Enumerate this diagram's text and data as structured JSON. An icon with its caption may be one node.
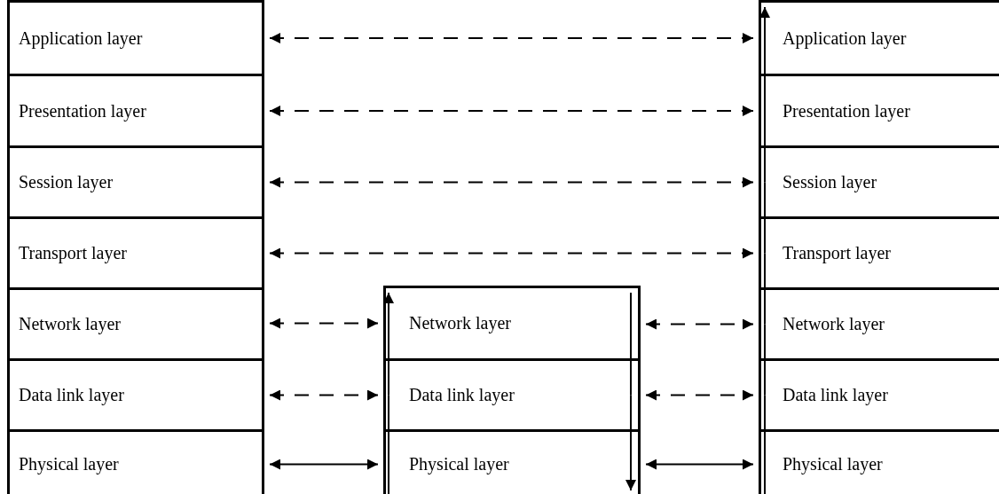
{
  "diagram": {
    "nodes": [
      {
        "text": [
          "Application layer"
        ]
      },
      {
        "text": [
          "Presentation layer"
        ]
      },
      {
        "text": [
          "Session layer"
        ]
      },
      {
        "text": [
          "Transport layer"
        ]
      },
      {
        "text": [
          "Network layer"
        ]
      },
      {
        "text": [
          "Data link layer"
        ]
      },
      {
        "text": [
          "Physical layer"
        ]
      },
      {
        "text": [
          "Network layer"
        ]
      },
      {
        "text": [
          "Data link layer"
        ]
      },
      {
        "text": [
          "Physical layer"
        ]
      },
      {
        "text": [
          "Application layer"
        ]
      },
      {
        "text": [
          "Presentation layer"
        ]
      },
      {
        "text": [
          "Session layer"
        ]
      },
      {
        "text": [
          "Transport layer"
        ]
      },
      {
        "text": [
          "Network layer"
        ]
      },
      {
        "text": [
          "Data link layer"
        ]
      },
      {
        "text": [
          "Physical layer"
        ]
      }
    ],
    "edges": [
      {
        "from": 0,
        "to": 10,
        "arrow": "both",
        "style": "dashed"
      },
      {
        "from": 1,
        "to": 11,
        "arrow": "both",
        "style": "dashed"
      },
      {
        "from": 2,
        "to": 12,
        "arrow": "both",
        "style": "dashed"
      },
      {
        "from": 3,
        "to": 13,
        "arrow": "both",
        "style": "dashed"
      },
      {
        "from": 4,
        "to": 7,
        "arrow": "both",
        "style": "dashed"
      },
      {
        "from": 5,
        "to": 8,
        "arrow": "both",
        "style": "dashed"
      },
      {
        "from": 6,
        "to": 9,
        "arrow": "both"
      },
      {
        "from": 7,
        "to": 14,
        "arrow": "both",
        "style": "dashed"
      },
      {
        "from": 8,
        "to": 15,
        "arrow": "both",
        "style": "dashed"
      },
      {
        "from": 9,
        "to": 16,
        "arrow": "both"
      },
      {
        "from": 9,
        "to": 8,
        "arrow": "none"
      },
      {
        "from": 8,
        "to": 7,
        "arrow": "to"
      },
      {
        "from": 7,
        "to": 8,
        "arrow": "none"
      },
      {
        "from": 8,
        "to": 9,
        "arrow": "to"
      },
      {
        "from": 16,
        "to": 15,
        "arrow": "none"
      },
      {
        "from": 15,
        "to": 14,
        "arrow": "none"
      },
      {
        "from": 14,
        "to": 13,
        "arrow": "none"
      },
      {
        "from": 13,
        "to": 12,
        "arrow": "none"
      },
      {
        "from": 12,
        "to": 11,
        "arrow": "none"
      },
      {
        "from": 11,
        "to": 10,
        "arrow": "to"
      }
    ]
  }
}
